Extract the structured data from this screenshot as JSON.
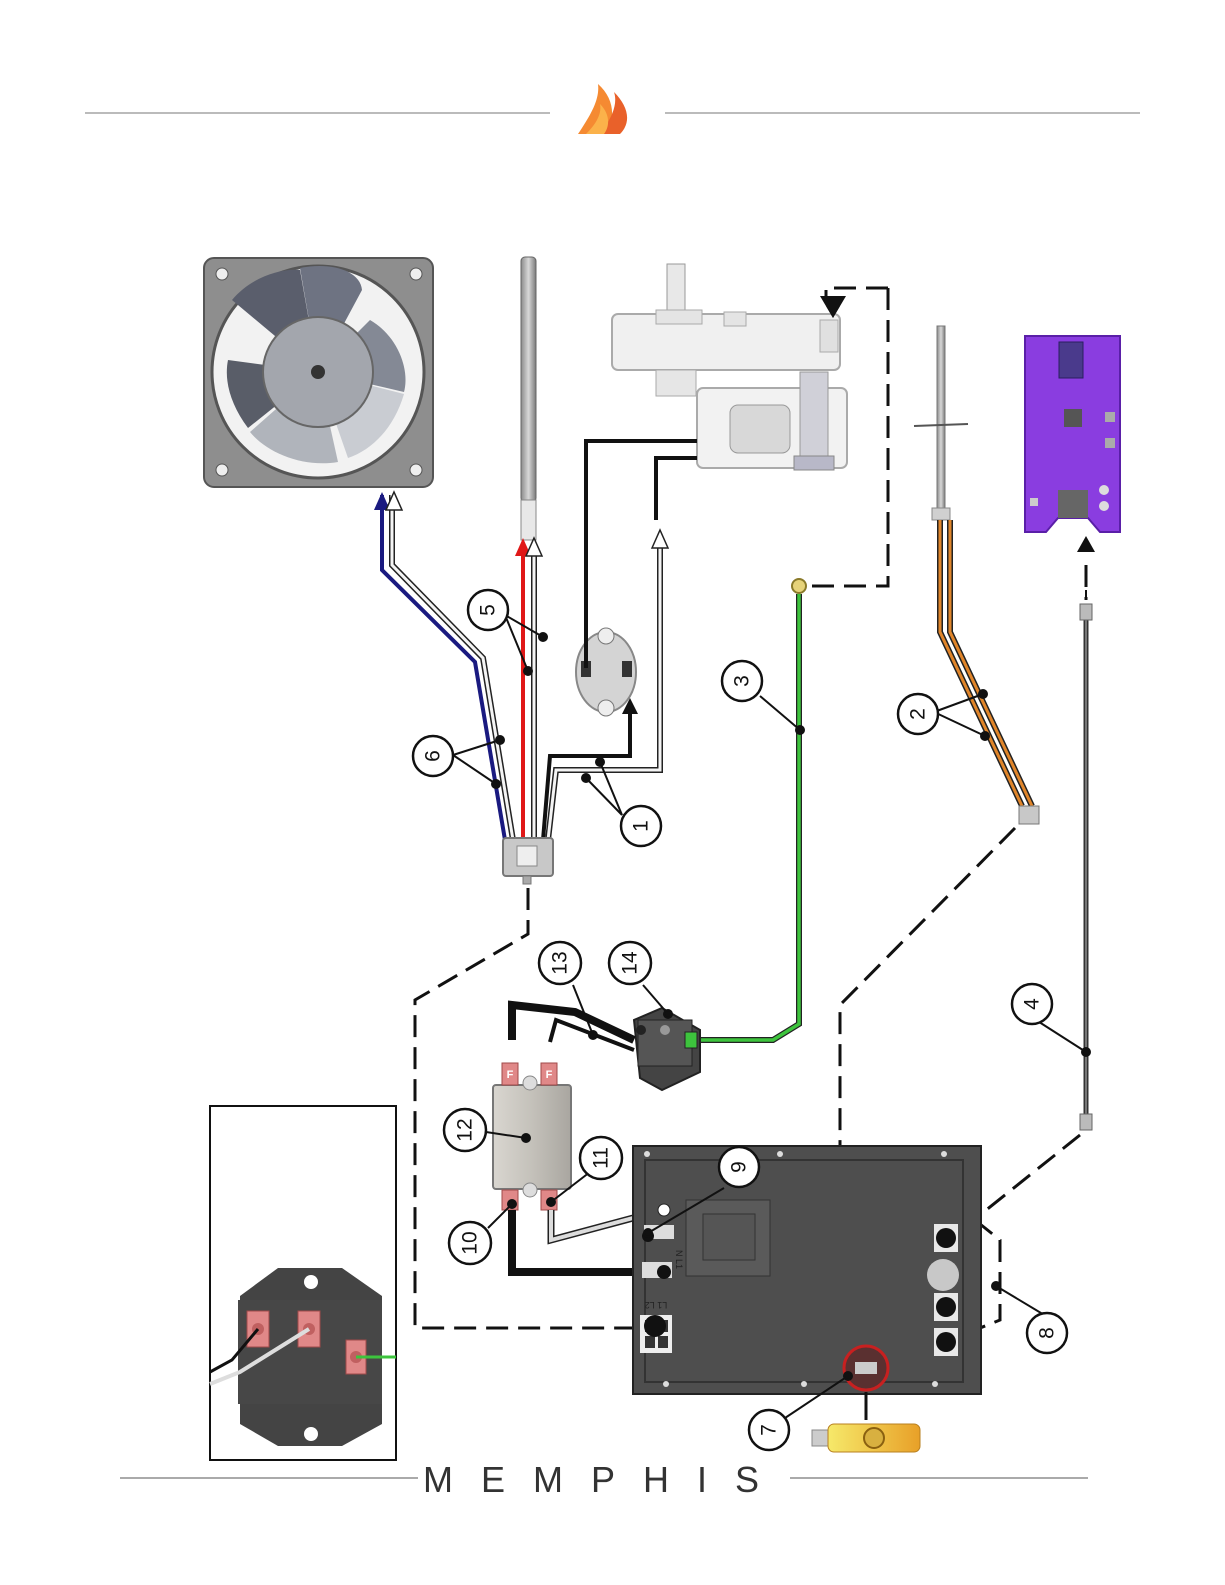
{
  "brand": {
    "name": "MEMPHIS",
    "logo_icon": "flame-logo-icon"
  },
  "colors": {
    "blue_wire": "#1a1a80",
    "red_wire": "#e01818",
    "green_wire": "#3dc43d",
    "orange_wire": "#e0852a",
    "black_wire": "#111111",
    "white_wire": "#f4f4f4",
    "purple_board": "#8a3de0",
    "logo_orange": "#f07a2a"
  },
  "callouts": [
    "1",
    "2",
    "3",
    "4",
    "5",
    "6",
    "7",
    "8",
    "9",
    "10",
    "11",
    "12",
    "13",
    "14"
  ],
  "fuse_labels": [
    "F",
    "F"
  ],
  "pcb_labels": {
    "l1_l2": "L1 L2",
    "n_l1": "N L1"
  }
}
